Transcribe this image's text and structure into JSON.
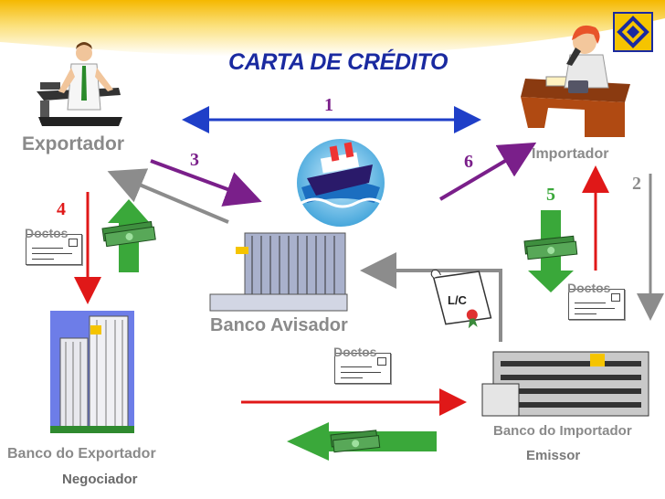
{
  "title": "CARTA DE CRÉDITO",
  "labels": {
    "exportador": "Exportador",
    "importador": "Importador",
    "banco_avisador": "Banco Avisador",
    "banco_importador": "Banco do Importador",
    "emissor": "Emissor",
    "banco_exportador": "Banco do Exportador",
    "negociador": "Negociador"
  },
  "steps": {
    "s1": "1",
    "s2": "2",
    "s3": "3",
    "s4": "4",
    "s5": "5",
    "s6": "6"
  },
  "docs": {
    "label": "Doctos"
  },
  "lc": {
    "label": "L/C"
  },
  "colors": {
    "blue": "#1f3fc8",
    "purple": "#7a1f8a",
    "gray": "#8c8c8c",
    "red": "#e01818",
    "green": "#3aa83a",
    "orange": "#f5b800"
  },
  "icons": [
    "exporter-person-icon",
    "importer-person-icon",
    "ship-icon",
    "bank-building-icon",
    "money-icon",
    "letter-of-credit-icon",
    "banco-do-brasil-logo-icon"
  ]
}
